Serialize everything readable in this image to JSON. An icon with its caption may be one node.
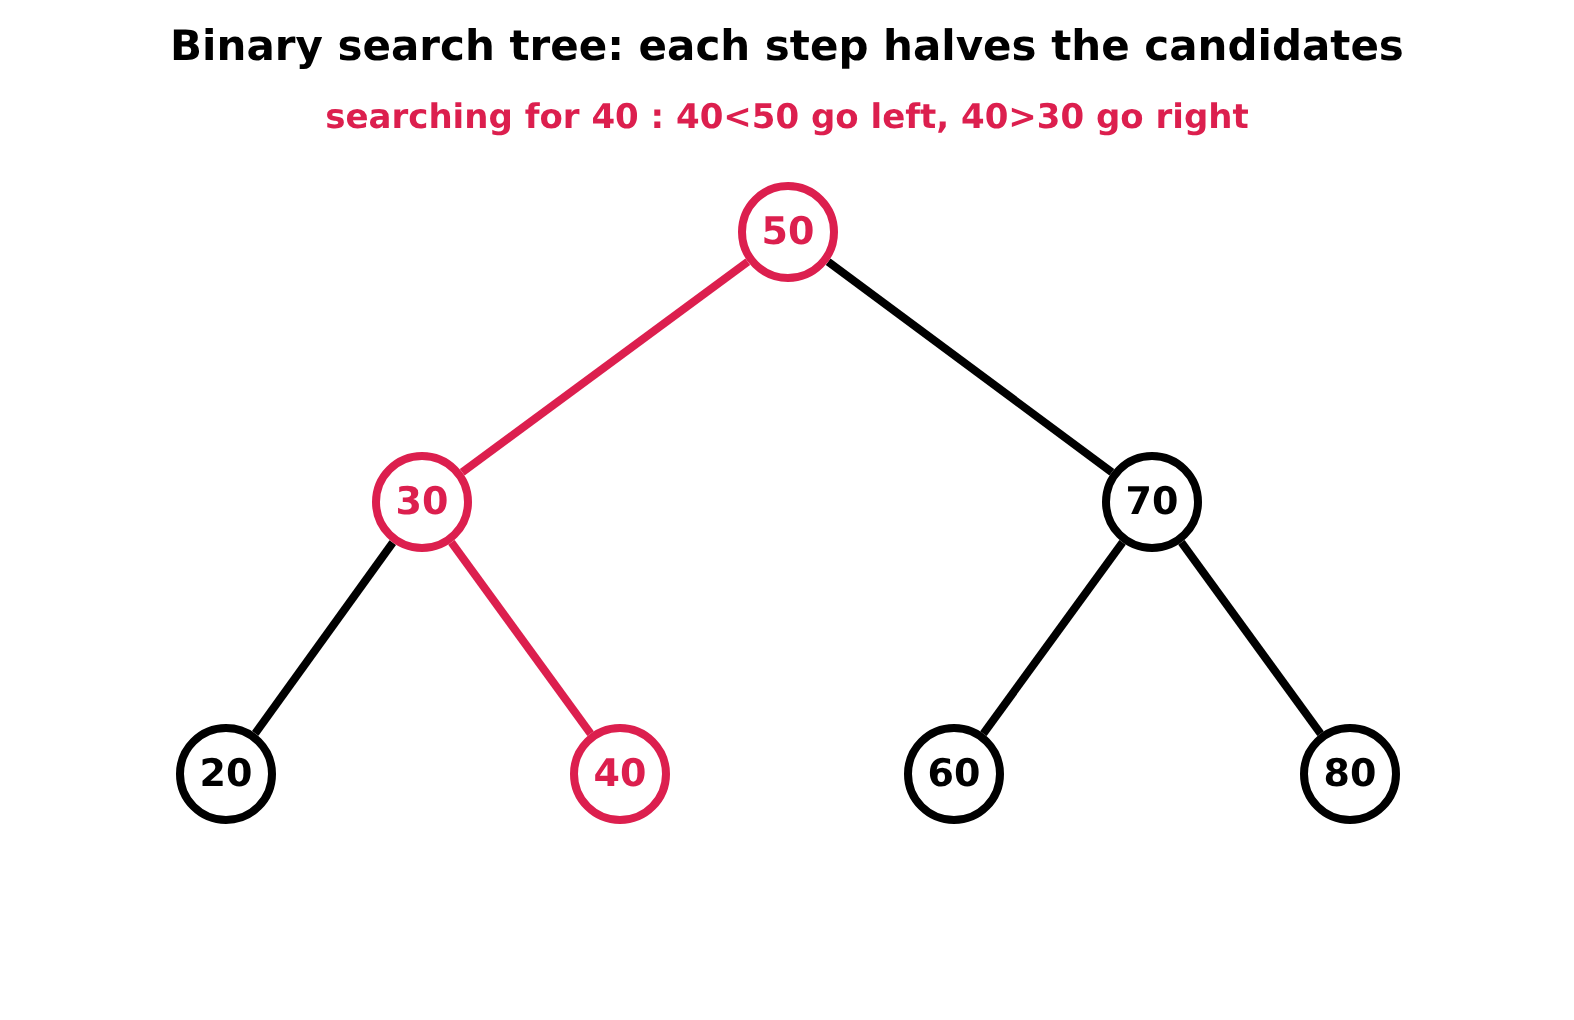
{
  "diagram": {
    "title": "Binary search tree: each step halves the candidates",
    "nodes": [
      {
        "text": [
          "50"
        ]
      },
      {
        "text": [
          "30"
        ]
      },
      {
        "text": [
          "70"
        ]
      },
      {
        "text": [
          "20"
        ]
      },
      {
        "text": [
          "40"
        ]
      },
      {
        "text": [
          "60"
        ]
      },
      {
        "text": [
          "80"
        ]
      }
    ],
    "edges": [
      {
        "from": 0,
        "to": 1,
        "arrow": "none",
        "color": "#dc1f4e"
      },
      {
        "from": 0,
        "to": 2,
        "arrow": "none"
      },
      {
        "from": 1,
        "to": 3,
        "arrow": "none"
      },
      {
        "from": 1,
        "to": 4,
        "arrow": "none",
        "color": "#dc1f4e"
      },
      {
        "from": 2,
        "to": 5,
        "arrow": "none"
      },
      {
        "from": 2,
        "to": 6,
        "arrow": "none"
      }
    ],
    "labels": [
      "searching for 40 : 40<50 go left, 40>30 go right"
    ]
  }
}
